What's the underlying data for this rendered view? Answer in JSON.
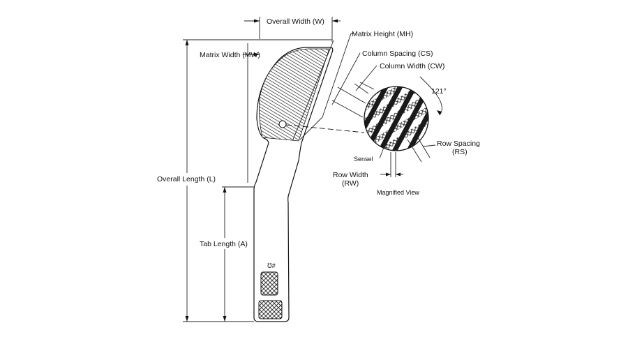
{
  "labels": {
    "overall_width": "Overall Width (W)",
    "matrix_height": "Matrix Height (MH)",
    "matrix_width": "Matrix Width (MW)",
    "column_spacing": "Column Spacing (CS)",
    "column_width": "Column Width (CW)",
    "angle": "121°",
    "row_spacing_1": "Row Spacing",
    "row_spacing_2": "(RS)",
    "sensel": "Sensel",
    "row_width_1": "Row Width",
    "row_width_2": "(RW)",
    "magnified_view": "Magnified View",
    "overall_length": "Overall Length (L)",
    "tab_length": "Tab Length (A)"
  },
  "colors": {
    "line": "#111111",
    "fill": "#1a1a1a"
  }
}
